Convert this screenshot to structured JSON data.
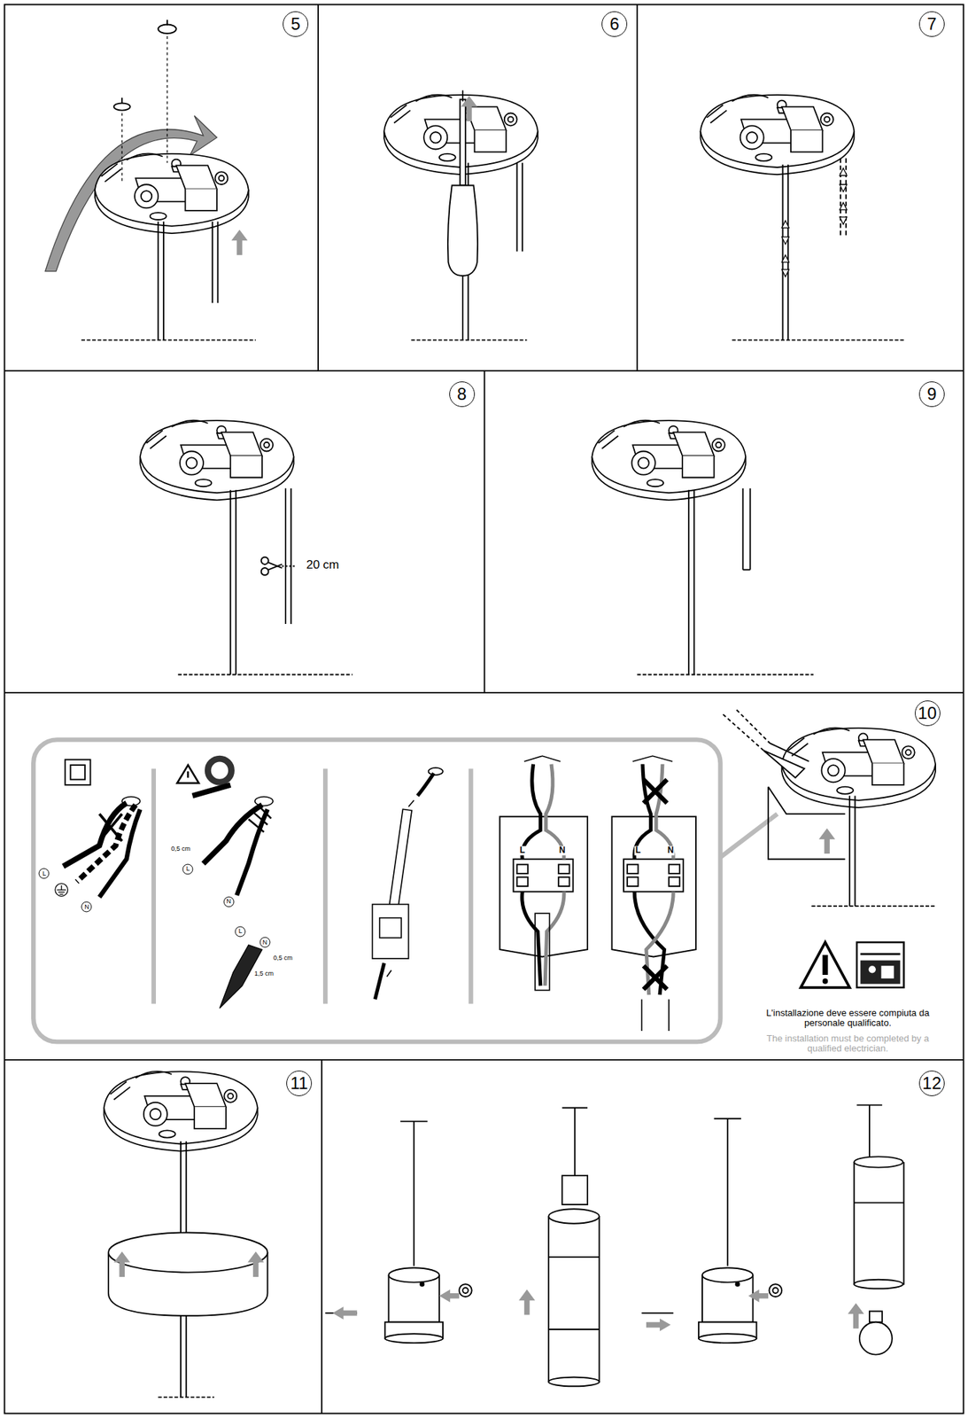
{
  "diagram": {
    "labels": [
      "5",
      "6",
      "7",
      "8",
      "20 cm",
      "9",
      "10",
      "L",
      "N",
      "0,5 cm",
      "L",
      "N",
      "L",
      "N",
      "0,5 cm",
      "1,5 cm",
      "L",
      "N",
      "L",
      "N",
      "L'installazione deve essere compiuta da personale qualificato.",
      "The installation must be completed by a qualified electrician.",
      "11",
      "12"
    ]
  }
}
